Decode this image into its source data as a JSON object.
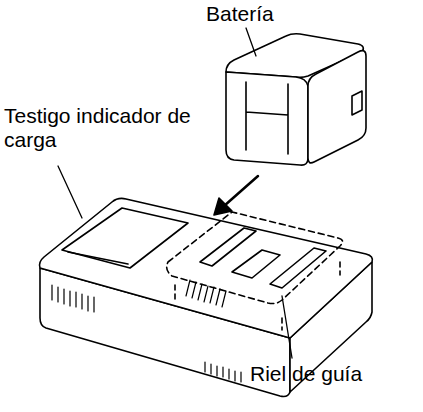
{
  "diagram": {
    "labels": [
      "Batería",
      "Testigo indicador de carga",
      "Riel de guía"
    ]
  }
}
